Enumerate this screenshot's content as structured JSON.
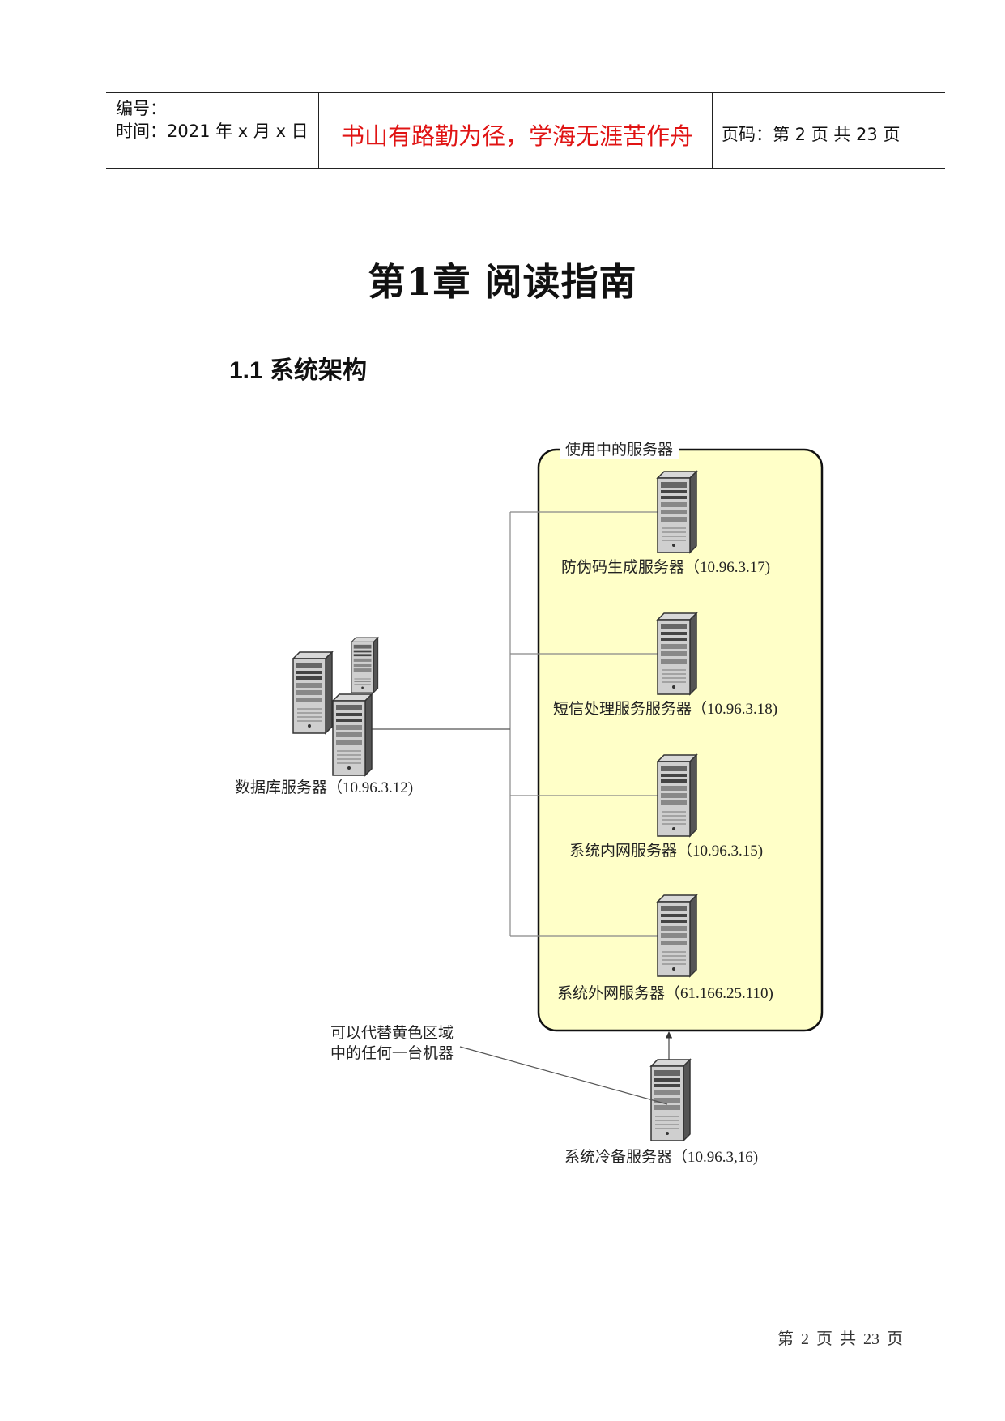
{
  "header": {
    "serial_label": "编号：",
    "time_label": "时间：2021 年 x 月 x 日",
    "motto": "书山有路勤为径，学海无涯苦作舟",
    "page_label": "页码：第 2 页  共 23 页"
  },
  "chapter_title": "第1章 阅读指南",
  "section_title": "1.1 系统架构",
  "diagram": {
    "group_label": "使用中的服务器",
    "servers": [
      {
        "label": "防伪码生成服务器（10.96.3.17)"
      },
      {
        "label": "短信处理服务服务器（10.96.3.18)"
      },
      {
        "label": "系统内网服务器（10.96.3.15)"
      },
      {
        "label": "系统外网服务器（61.166.25.110)"
      }
    ],
    "database_label": "数据库服务器（10.96.3.12)",
    "backup_label": "系统冷备服务器（10.96.3,16)",
    "note_line1": "可以代替黄色区域",
    "note_line2": "中的任何一台机器",
    "group_fill": "#ffffc8",
    "line_color": "#888888",
    "icons": [
      "server-tower-icon"
    ]
  },
  "footer": "第 2 页 共 23 页"
}
